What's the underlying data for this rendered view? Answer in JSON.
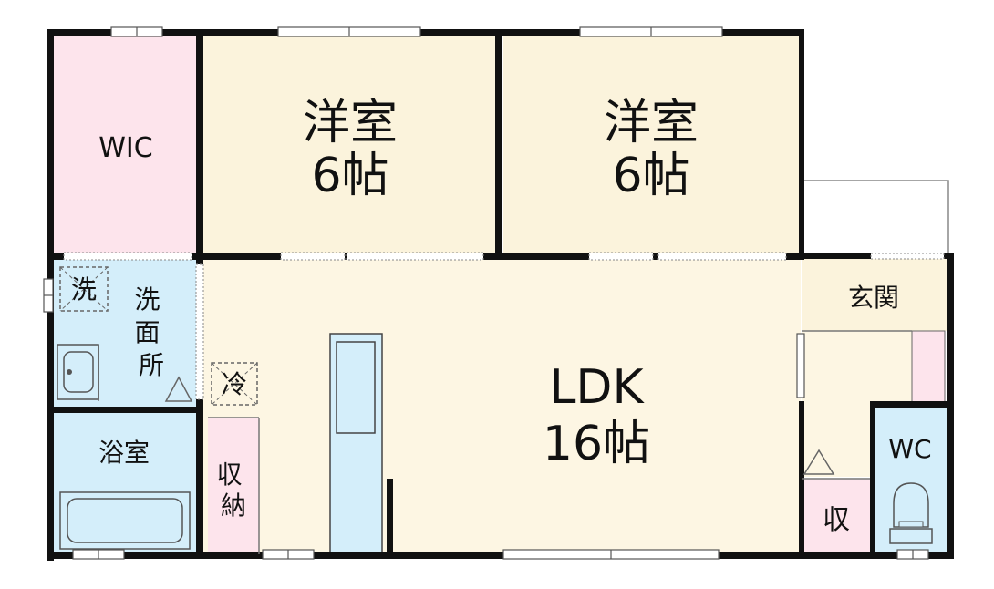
{
  "rooms": {
    "wic": "WIC",
    "western_left_name": "洋室",
    "western_left_size": "6帖",
    "western_right_name": "洋室",
    "western_right_size": "6帖",
    "ldk_name": "LDK",
    "ldk_size": "16帖",
    "entrance": "玄関",
    "wc": "WC",
    "storage_small": "収",
    "storage_kitchen": "収納",
    "washroom": "洗面所",
    "bathroom": "浴室"
  },
  "appliances": {
    "washer_symbol": "洗",
    "fridge_symbol": "冷"
  },
  "colors": {
    "western_room": "#fbf3dc",
    "ldk": "#fdf6e3",
    "wic": "#fde4ec",
    "water_area": "#d4eefa",
    "storage": "#fde4ec",
    "wall": "#111111"
  }
}
